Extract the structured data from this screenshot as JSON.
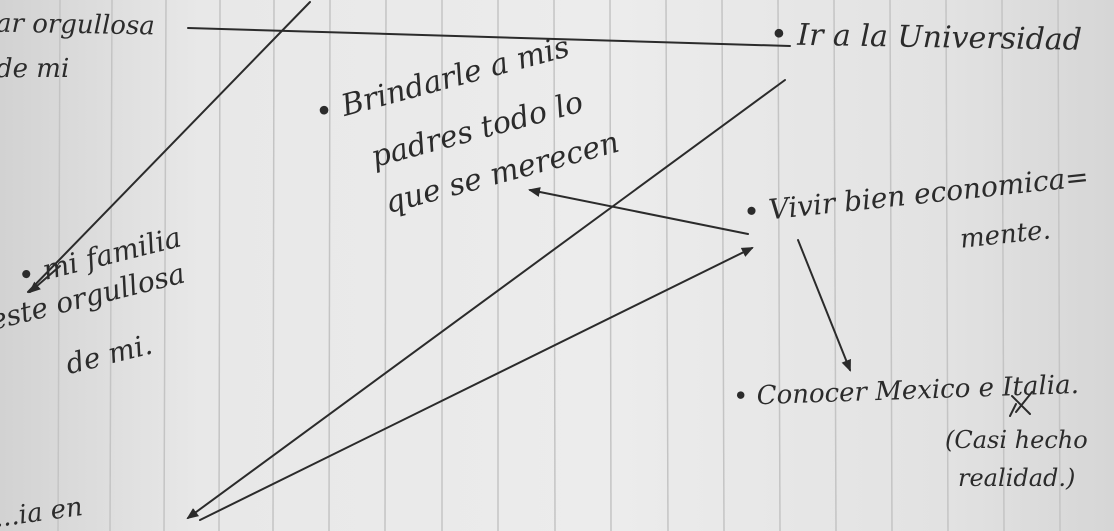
{
  "notes": {
    "top_left_line1": "ar orgullosa",
    "top_left_line2": "de mi",
    "goal_university": "• Ir a la Universidad",
    "padres_line1": "• Brindarle a mis",
    "padres_line2": "padres todo lo",
    "padres_line3": "que se merecen",
    "vivir_line1": "• Vivir bien economica=",
    "vivir_line2": "mente.",
    "familia_line1": "• mi familia",
    "familia_line2": "este orgullosa",
    "familia_line3": "de mi.",
    "conocer": "• Conocer Mexico e Italia.",
    "casi_line1": "(Casi hecho",
    "casi_line2": "realidad.)",
    "bottom_left": "...ia en"
  },
  "colors": {
    "paper": "#e6e6e6",
    "rule_line": "#c4c4c4",
    "ink": "#2b2b2b"
  }
}
